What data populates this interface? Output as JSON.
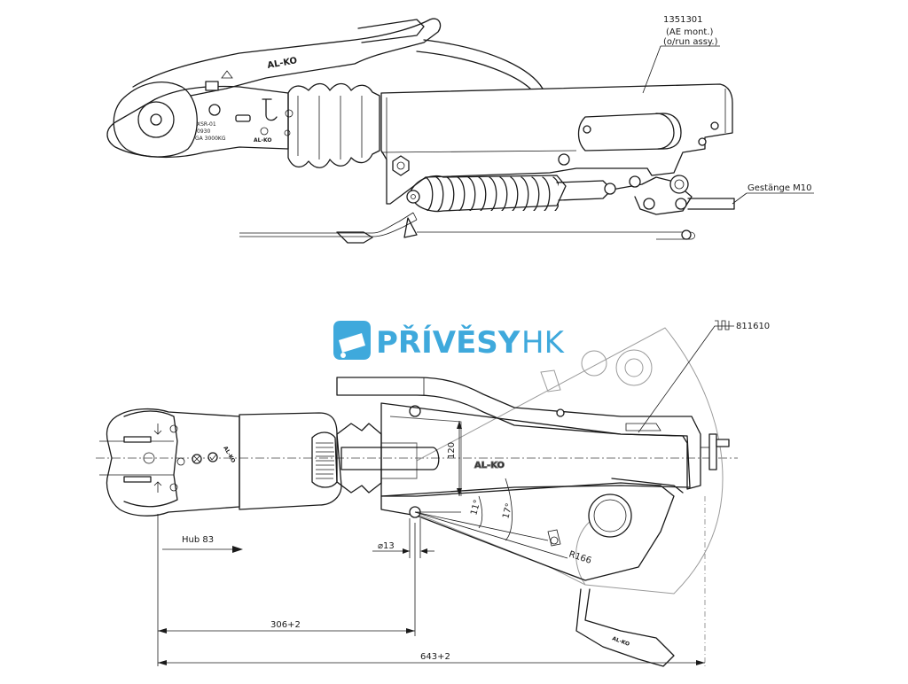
{
  "brand": {
    "logo_text_bold": "PŘÍVĚSY",
    "logo_text_light": "HK",
    "logo_color": "#3fa9dc"
  },
  "side_view": {
    "part_number": "1351301",
    "part_note_1": "(AE mont.)",
    "part_note_2": "(o/run assy.)",
    "rod_label": "Gestänge M10",
    "handle_brand": "AL-KO",
    "plate_code": "XSR-01",
    "plate_number": "0930",
    "plate_load": "GA 3000KG",
    "plate_brand": "AL-KO"
  },
  "top_view": {
    "part_number": "811610",
    "body_brand": "AL-KO",
    "head_brand": "AL-KO",
    "lever_brand": "AL-KO",
    "stroke_label": "Hub 83",
    "dim_height": "120",
    "angle_1": "11°",
    "angle_2": "17°",
    "radius": "R166",
    "bore": "⌀13",
    "dim_length_1": "306+2",
    "dim_length_2": "643+2"
  }
}
